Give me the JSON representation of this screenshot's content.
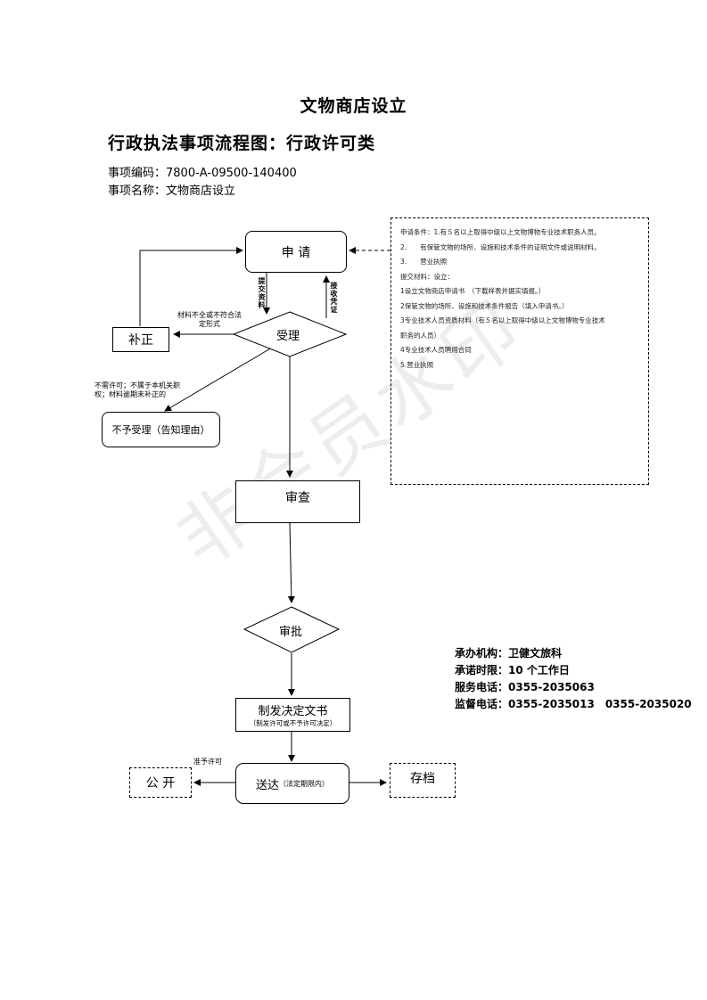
{
  "header": {
    "title": "文物商店设立",
    "subtitle": "行政执法事项流程图：行政许可类",
    "code_label": "事项编码：",
    "code_value": "7800-A-09500-140400",
    "name_label": "事项名称：",
    "name_value": "文物商店设立"
  },
  "flow": {
    "apply": "申 请",
    "supplement": "补正",
    "accept": "受理",
    "reject": "不予受理（告知理由）",
    "review": "审查",
    "approve": "审批",
    "decision": "制发决定文书",
    "decision_note": "（制发许可或不予许可决定）",
    "deliver": "送达",
    "deliver_note": "（法定期限内）",
    "publish": "公 开",
    "archive": "存档",
    "submit_label": "提交资料",
    "receipt_label": "接收凭证",
    "incomplete_label": "材料不全或不符合法定形式",
    "reject_reason": "不需许可；不属于本机关职权；材料逾期未补正的",
    "grant_label": "准予许可"
  },
  "conditions": {
    "lines": [
      "申请条件：1.有５名以上取得中级以上文物博物专业技术职务人员。",
      "2.　　有保管文物的场所、设施和技术条件的证明文件或说明材料。",
      "3.　　营业执照",
      "提交材料：设立：",
      "1设立文物商店申请书　（下载样表并据实填报。）",
      "2保管文物的场所、设施和技术条件报告（填入申请书。）",
      "3专业技术人员资质材料（有５名以上取得中级以上文物博物专业技术",
      "职务的人员）",
      "4专业技术人员聘用合同",
      "5.营业执照"
    ]
  },
  "info": {
    "org": "承办机构：卫健文旅科",
    "time": "承诺时限：10 个工作日",
    "phone": "服务电话：0355-2035063",
    "supervise": "监督电话：0355-2035013　0355-2035020"
  },
  "watermark": "非会员水印"
}
